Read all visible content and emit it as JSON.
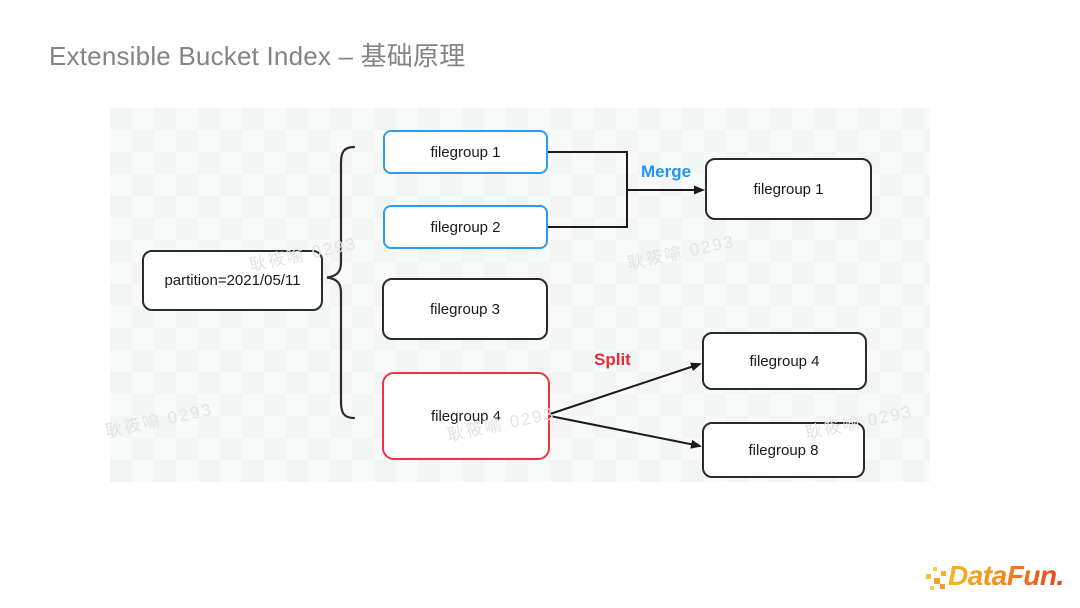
{
  "title": "Extensible Bucket Index – 基础原理",
  "diagram": {
    "partition": {
      "label": "partition=2021/05/11"
    },
    "source_groups": [
      {
        "label": "filegroup 1",
        "style": "blue"
      },
      {
        "label": "filegroup 2",
        "style": "blue"
      },
      {
        "label": "filegroup 3",
        "style": "black"
      },
      {
        "label": "filegroup 4",
        "style": "red"
      }
    ],
    "merge": {
      "label": "Merge",
      "color": "#2196f3",
      "sources": [
        "filegroup 1",
        "filegroup 2"
      ],
      "target": {
        "label": "filegroup 1"
      }
    },
    "split": {
      "label": "Split",
      "color": "#e9293a",
      "source": "filegroup 4",
      "targets": [
        {
          "label": "filegroup 4"
        },
        {
          "label": "filegroup 8"
        }
      ]
    }
  },
  "watermark": {
    "text": "耿筱喻 0293"
  },
  "logo": {
    "text": "DataFun."
  },
  "colors": {
    "blue_border": "#2e9bf2",
    "red_border": "#ee3347",
    "black_border": "#2b2b2b",
    "merge_blue": "#2196f3",
    "split_red": "#e9293a",
    "title_gray": "#848484",
    "band_gray": "#f6f7f7"
  }
}
